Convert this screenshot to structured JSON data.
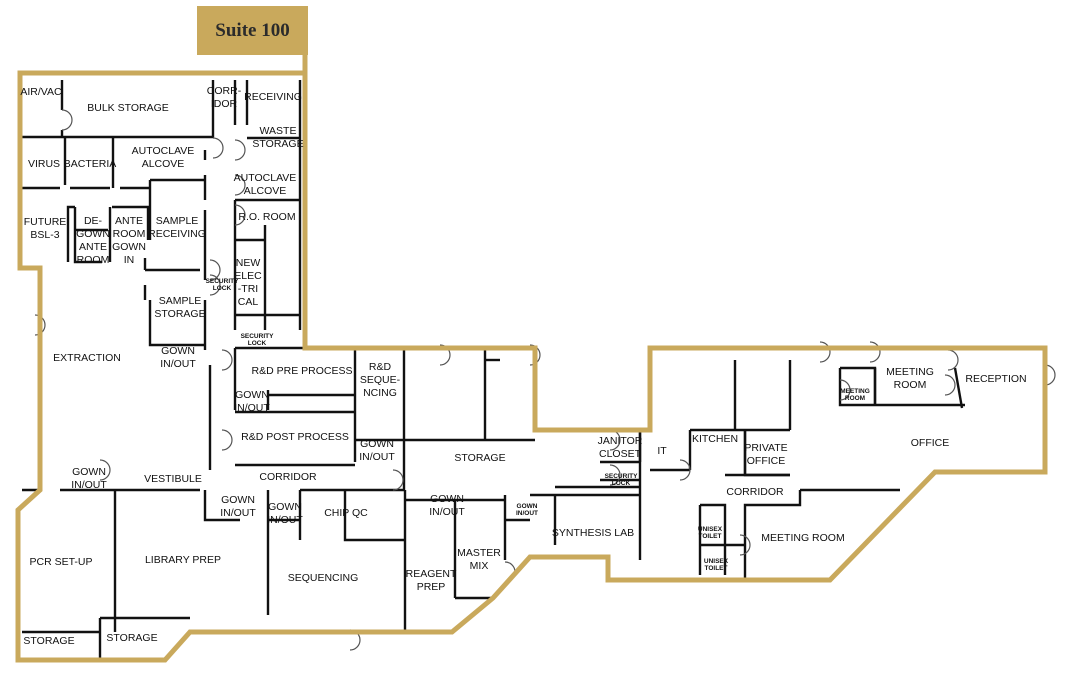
{
  "suite_label": "Suite 100",
  "colors": {
    "boundary": "#c9a95c",
    "wall": "#111111"
  },
  "rooms": [
    {
      "lines": [
        "AIR/VAC"
      ]
    },
    {
      "lines": [
        "BULK STORAGE"
      ]
    },
    {
      "lines": [
        "CORR-",
        "IDOR"
      ]
    },
    {
      "lines": [
        "RECEIVING"
      ]
    },
    {
      "lines": [
        "WASTE",
        "STORAGE"
      ]
    },
    {
      "lines": [
        "VIRUS"
      ]
    },
    {
      "lines": [
        "BACTERIA"
      ]
    },
    {
      "lines": [
        "AUTOCLAVE",
        "ALCOVE"
      ]
    },
    {
      "lines": [
        "AUTOCLAVE",
        "ALCOVE"
      ]
    },
    {
      "lines": [
        "FUTURE",
        "BSL-3"
      ]
    },
    {
      "lines": [
        "DE-",
        "GOWN",
        "ANTE",
        "ROOM"
      ]
    },
    {
      "lines": [
        "ANTE",
        "ROOM",
        "GOWN",
        "IN"
      ]
    },
    {
      "lines": [
        "SAMPLE",
        "RECEIVING"
      ]
    },
    {
      "lines": [
        "R.O. ROOM"
      ]
    },
    {
      "lines": [
        "SECURITY",
        "LOCK"
      ],
      "small": true
    },
    {
      "lines": [
        "NEW",
        "ELEC",
        "-TRI",
        "CAL"
      ]
    },
    {
      "lines": [
        "SAMPLE",
        "STORAGE"
      ]
    },
    {
      "lines": [
        "EXTRACTION"
      ]
    },
    {
      "lines": [
        "SECURITY",
        "LOCK"
      ],
      "small": true
    },
    {
      "lines": [
        "GOWN",
        "IN/OUT"
      ]
    },
    {
      "lines": [
        "R&D PRE PROCESS"
      ]
    },
    {
      "lines": [
        "R&D",
        "SEQUE-",
        "NCING"
      ]
    },
    {
      "lines": [
        "GOWN",
        "IN/OUT"
      ]
    },
    {
      "lines": [
        "R&D POST PROCESS"
      ]
    },
    {
      "lines": [
        "GOWN",
        "IN/OUT"
      ]
    },
    {
      "lines": [
        "STORAGE"
      ]
    },
    {
      "lines": [
        "JANITOR",
        "CLOSET"
      ]
    },
    {
      "lines": [
        "IT"
      ]
    },
    {
      "lines": [
        "KITCHEN"
      ]
    },
    {
      "lines": [
        "PRIVATE",
        "OFFICE"
      ]
    },
    {
      "lines": [
        "MEETING",
        "ROOM"
      ],
      "small": true
    },
    {
      "lines": [
        "MEETING",
        "ROOM"
      ]
    },
    {
      "lines": [
        "RECEPTION"
      ]
    },
    {
      "lines": [
        "OFFICE"
      ]
    },
    {
      "lines": [
        "SECURITY",
        "LOCK"
      ],
      "small": true
    },
    {
      "lines": [
        "CORRIDOR"
      ]
    },
    {
      "lines": [
        "VESTIBULE"
      ]
    },
    {
      "lines": [
        "GOWN",
        "IN/OUT"
      ]
    },
    {
      "lines": [
        "CORRIDOR"
      ]
    },
    {
      "lines": [
        "GOWN",
        "IN/OUT"
      ]
    },
    {
      "lines": [
        "GOWN",
        "IN/OUT"
      ]
    },
    {
      "lines": [
        "CHIP QC"
      ]
    },
    {
      "lines": [
        "GOWN",
        "IN/OUT"
      ]
    },
    {
      "lines": [
        "GOWN",
        "IN/OUT"
      ],
      "small": true
    },
    {
      "lines": [
        "SYNTHESIS LAB"
      ]
    },
    {
      "lines": [
        "UNISEX",
        "TOILET"
      ],
      "small": true
    },
    {
      "lines": [
        "UNISEX",
        "TOILET"
      ],
      "small": true
    },
    {
      "lines": [
        "MEETING ROOM"
      ]
    },
    {
      "lines": [
        "PCR SET-UP"
      ]
    },
    {
      "lines": [
        "LIBRARY PREP"
      ]
    },
    {
      "lines": [
        "SEQUENCING"
      ]
    },
    {
      "lines": [
        "REAGENT",
        "PREP"
      ]
    },
    {
      "lines": [
        "MASTER",
        "MIX"
      ]
    },
    {
      "lines": [
        "STORAGE"
      ]
    },
    {
      "lines": [
        "STORAGE"
      ]
    }
  ]
}
